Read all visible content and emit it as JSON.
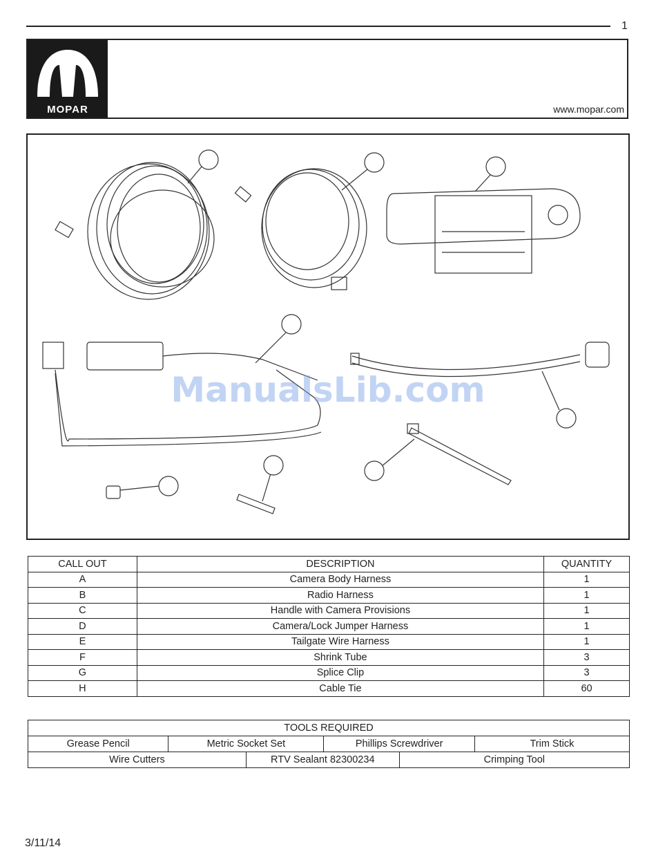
{
  "page": {
    "number": "1",
    "date": "3/11/14"
  },
  "header": {
    "logo_text": "MOPAR",
    "url": "www.mopar.com"
  },
  "watermark": "ManualsLib.com",
  "parts_table": {
    "headers": [
      "CALL OUT",
      "DESCRIPTION",
      "QUANTITY"
    ],
    "rows": [
      [
        "A",
        "Camera Body Harness",
        "1"
      ],
      [
        "B",
        "Radio Harness",
        "1"
      ],
      [
        "C",
        "Handle with Camera Provisions",
        "1"
      ],
      [
        "D",
        "Camera/Lock Jumper Harness",
        "1"
      ],
      [
        "E",
        "Tailgate Wire Harness",
        "1"
      ],
      [
        "F",
        "Shrink Tube",
        "3"
      ],
      [
        "G",
        "Splice Clip",
        "3"
      ],
      [
        "H",
        "Cable Tie",
        "60"
      ]
    ]
  },
  "tools_table": {
    "title": "TOOLS REQUIRED",
    "row1": [
      "Grease Pencil",
      "Metric Socket Set",
      "Phillips Screwdriver",
      "Trim Stick"
    ],
    "row2": [
      "Wire Cutters",
      "RTV Sealant 82300234",
      "Crimping Tool"
    ]
  }
}
